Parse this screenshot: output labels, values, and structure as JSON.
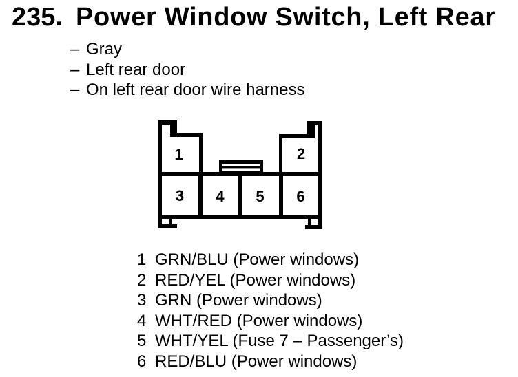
{
  "colors": {
    "ink": "#000000",
    "paper": "#ffffff"
  },
  "header": {
    "number": "235.",
    "title": "Power Window Switch, Left Rear"
  },
  "notes": {
    "dash": "–",
    "items": [
      "Gray",
      "Left rear door",
      "On left rear door wire harness"
    ]
  },
  "diagram": {
    "pins": [
      "1",
      "2",
      "3",
      "4",
      "5",
      "6"
    ]
  },
  "legend": {
    "rows": [
      {
        "pin": "1",
        "label": "GRN/BLU (Power windows)"
      },
      {
        "pin": "2",
        "label": "RED/YEL (Power windows)"
      },
      {
        "pin": "3",
        "label": "GRN (Power windows)"
      },
      {
        "pin": "4",
        "label": "WHT/RED (Power windows)"
      },
      {
        "pin": "5",
        "label": "WHT/YEL (Fuse 7 – Passenger’s)"
      },
      {
        "pin": "6",
        "label": "RED/BLU (Power windows)"
      }
    ]
  }
}
